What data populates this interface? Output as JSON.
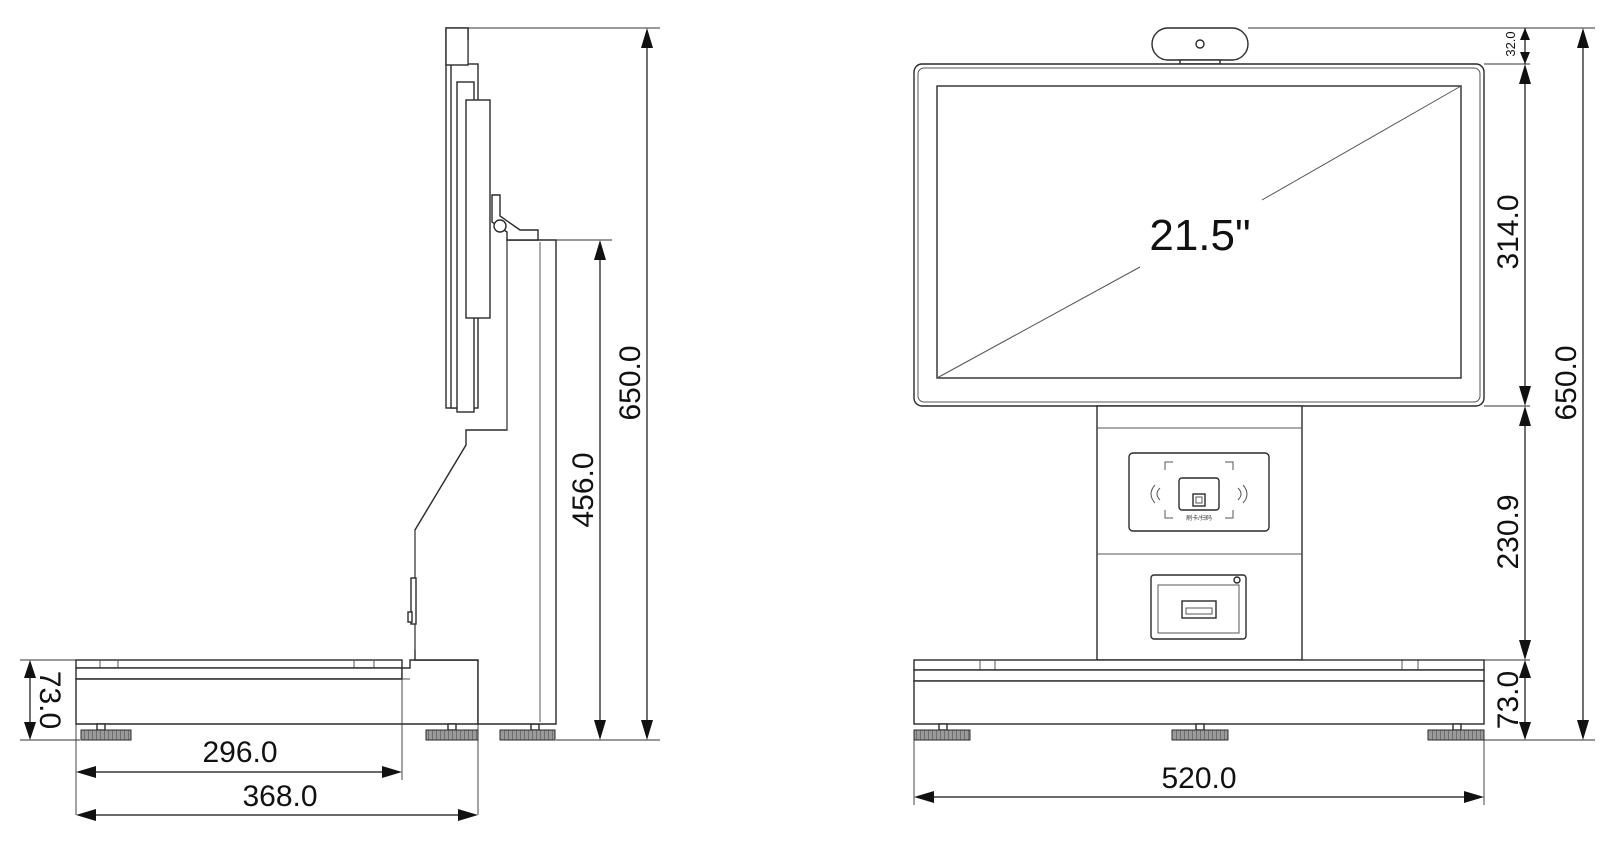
{
  "side_view": {
    "height_total": "650.0",
    "height_column": "456.0",
    "height_base": "73.0",
    "width_platform": "296.0",
    "width_base": "368.0"
  },
  "front_view": {
    "screen_size": "21.5\"",
    "height_camera": "32.0",
    "height_screen": "314.0",
    "height_column": "230.9",
    "height_base": "73.0",
    "height_total": "650.0",
    "width_base": "520.0",
    "card_reader_caption": "刷卡/扫码"
  }
}
